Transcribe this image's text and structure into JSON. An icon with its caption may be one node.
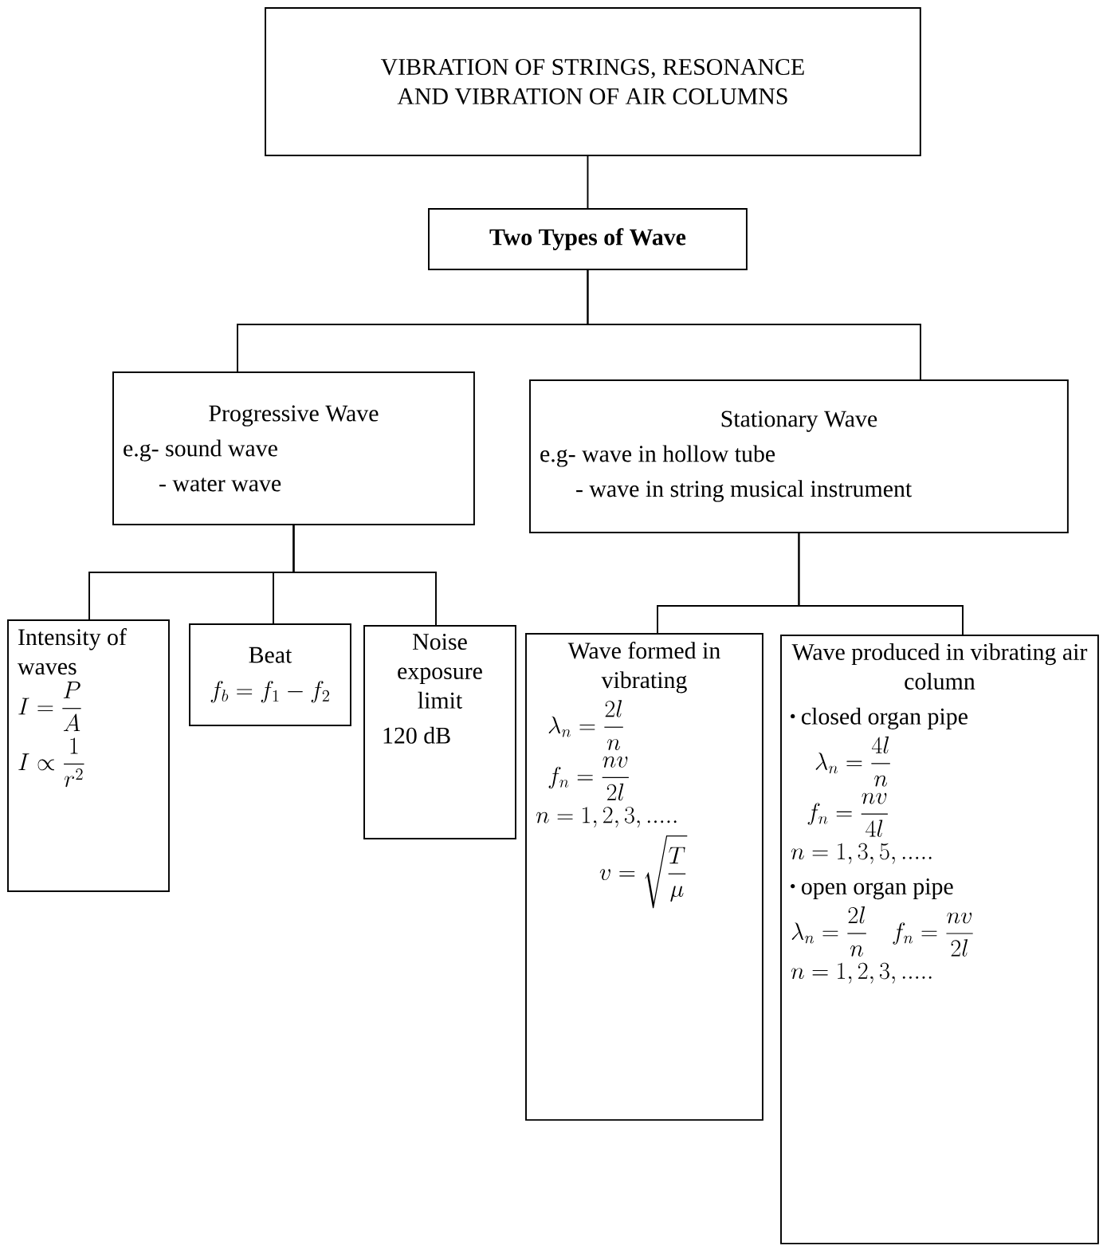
{
  "diagram": {
    "nodes": [
      {
        "text": [
          "VIBRATION OF STRINGS, RESONANCE AND VIBRATION OF AIR COLUMNS"
        ]
      },
      {
        "text": [
          "Two Types of Wave"
        ]
      },
      {
        "text": [
          "Progressive Wave",
          "e.g- sound wave",
          "- water wave"
        ]
      },
      {
        "text": [
          "Stationary Wave",
          "e.g- wave in hollow tube",
          "- wave in string musical instrument"
        ]
      },
      {
        "text": [
          "Intensity of waves",
          "I = \\frac{P}{A}",
          "I \\propto \\frac{1}{r^{2}}"
        ]
      },
      {
        "text": [
          "Beat",
          "f_{b} = f_{1} - f_{2}"
        ]
      },
      {
        "text": [
          "Noise exposure limit",
          "120 dB"
        ]
      },
      {
        "text": [
          "Wave formed in vibrating",
          "\\lambda_{n} = \\frac{2l}{n}",
          "f_{n} = \\frac{nv}{2l}",
          "n = 1,2,3,.....",
          "v = \\sqrt{\\frac{T}{\\mu}}"
        ]
      },
      {
        "text": [
          "Wave produced in vibrating air column",
          "closed organ pipe",
          "\\lambda_{n} = \\frac{4l}{n}",
          "f_{n} = \\frac{nv}{4l}",
          "n = 1,3,5,.....",
          "open organ pipe",
          "\\lambda_{n} = \\frac{2l}{n}",
          "f_{n} = \\frac{nv}{2l}",
          "n = 1,2,3,....."
        ]
      }
    ],
    "edges": [
      {
        "from": 0,
        "to": 1,
        "arrow": "none"
      },
      {
        "from": 1,
        "to": 2,
        "arrow": "none"
      },
      {
        "from": 1,
        "to": 3,
        "arrow": "none"
      },
      {
        "from": 2,
        "to": 4,
        "arrow": "none"
      },
      {
        "from": 2,
        "to": 5,
        "arrow": "none"
      },
      {
        "from": 2,
        "to": 6,
        "arrow": "none"
      },
      {
        "from": 3,
        "to": 7,
        "arrow": "none"
      },
      {
        "from": 3,
        "to": 8,
        "arrow": "none"
      }
    ]
  }
}
